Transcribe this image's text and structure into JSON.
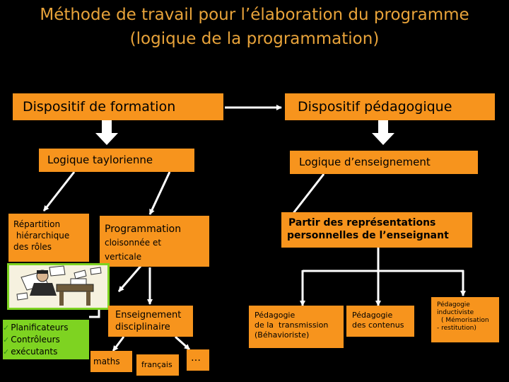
{
  "title": {
    "line1": "Méthode de travail pour l’élaboration du programme",
    "line2": "(logique de la programmation)"
  },
  "boxes": {
    "dispositif_formation": "Dispositif de formation",
    "dispositif_pedagogique": "Dispositif pédagogique",
    "logique_taylorienne": "Logique taylorienne",
    "logique_enseignement": "Logique d’enseignement",
    "repartition": [
      "Répartition",
      " hiérarchique",
      "des rôles"
    ],
    "programmation": {
      "title": "Programmation",
      "sub1": "cloisonnée et",
      "sub2": "verticale"
    },
    "partir": [
      "Partir des représentations",
      "personnelles de l’enseignant"
    ],
    "roles_list": [
      "Planificateurs",
      "Contrôleurs",
      "exécutants"
    ],
    "enseignement": [
      "Enseignement",
      "disciplinaire"
    ],
    "maths": "maths",
    "francais": "français",
    "etc": "…",
    "pedagogie_transmission": [
      "Pédagogie",
      "de la  transmission",
      "(Béhavioriste)"
    ],
    "pedagogie_contenus": [
      "Pédagogie",
      "des contenus"
    ],
    "pedagogie_inductiviste": [
      "Pédagogie",
      "inductiviste",
      "( Mémorisation",
      "- restitution)"
    ]
  },
  "colors": {
    "title": "#e8a33a",
    "orange": "#f7941d",
    "green": "#7ed321",
    "arrow": "#ffffff"
  },
  "icons": {
    "check": "✓",
    "clipart": "worker-at-desk-clipart"
  }
}
